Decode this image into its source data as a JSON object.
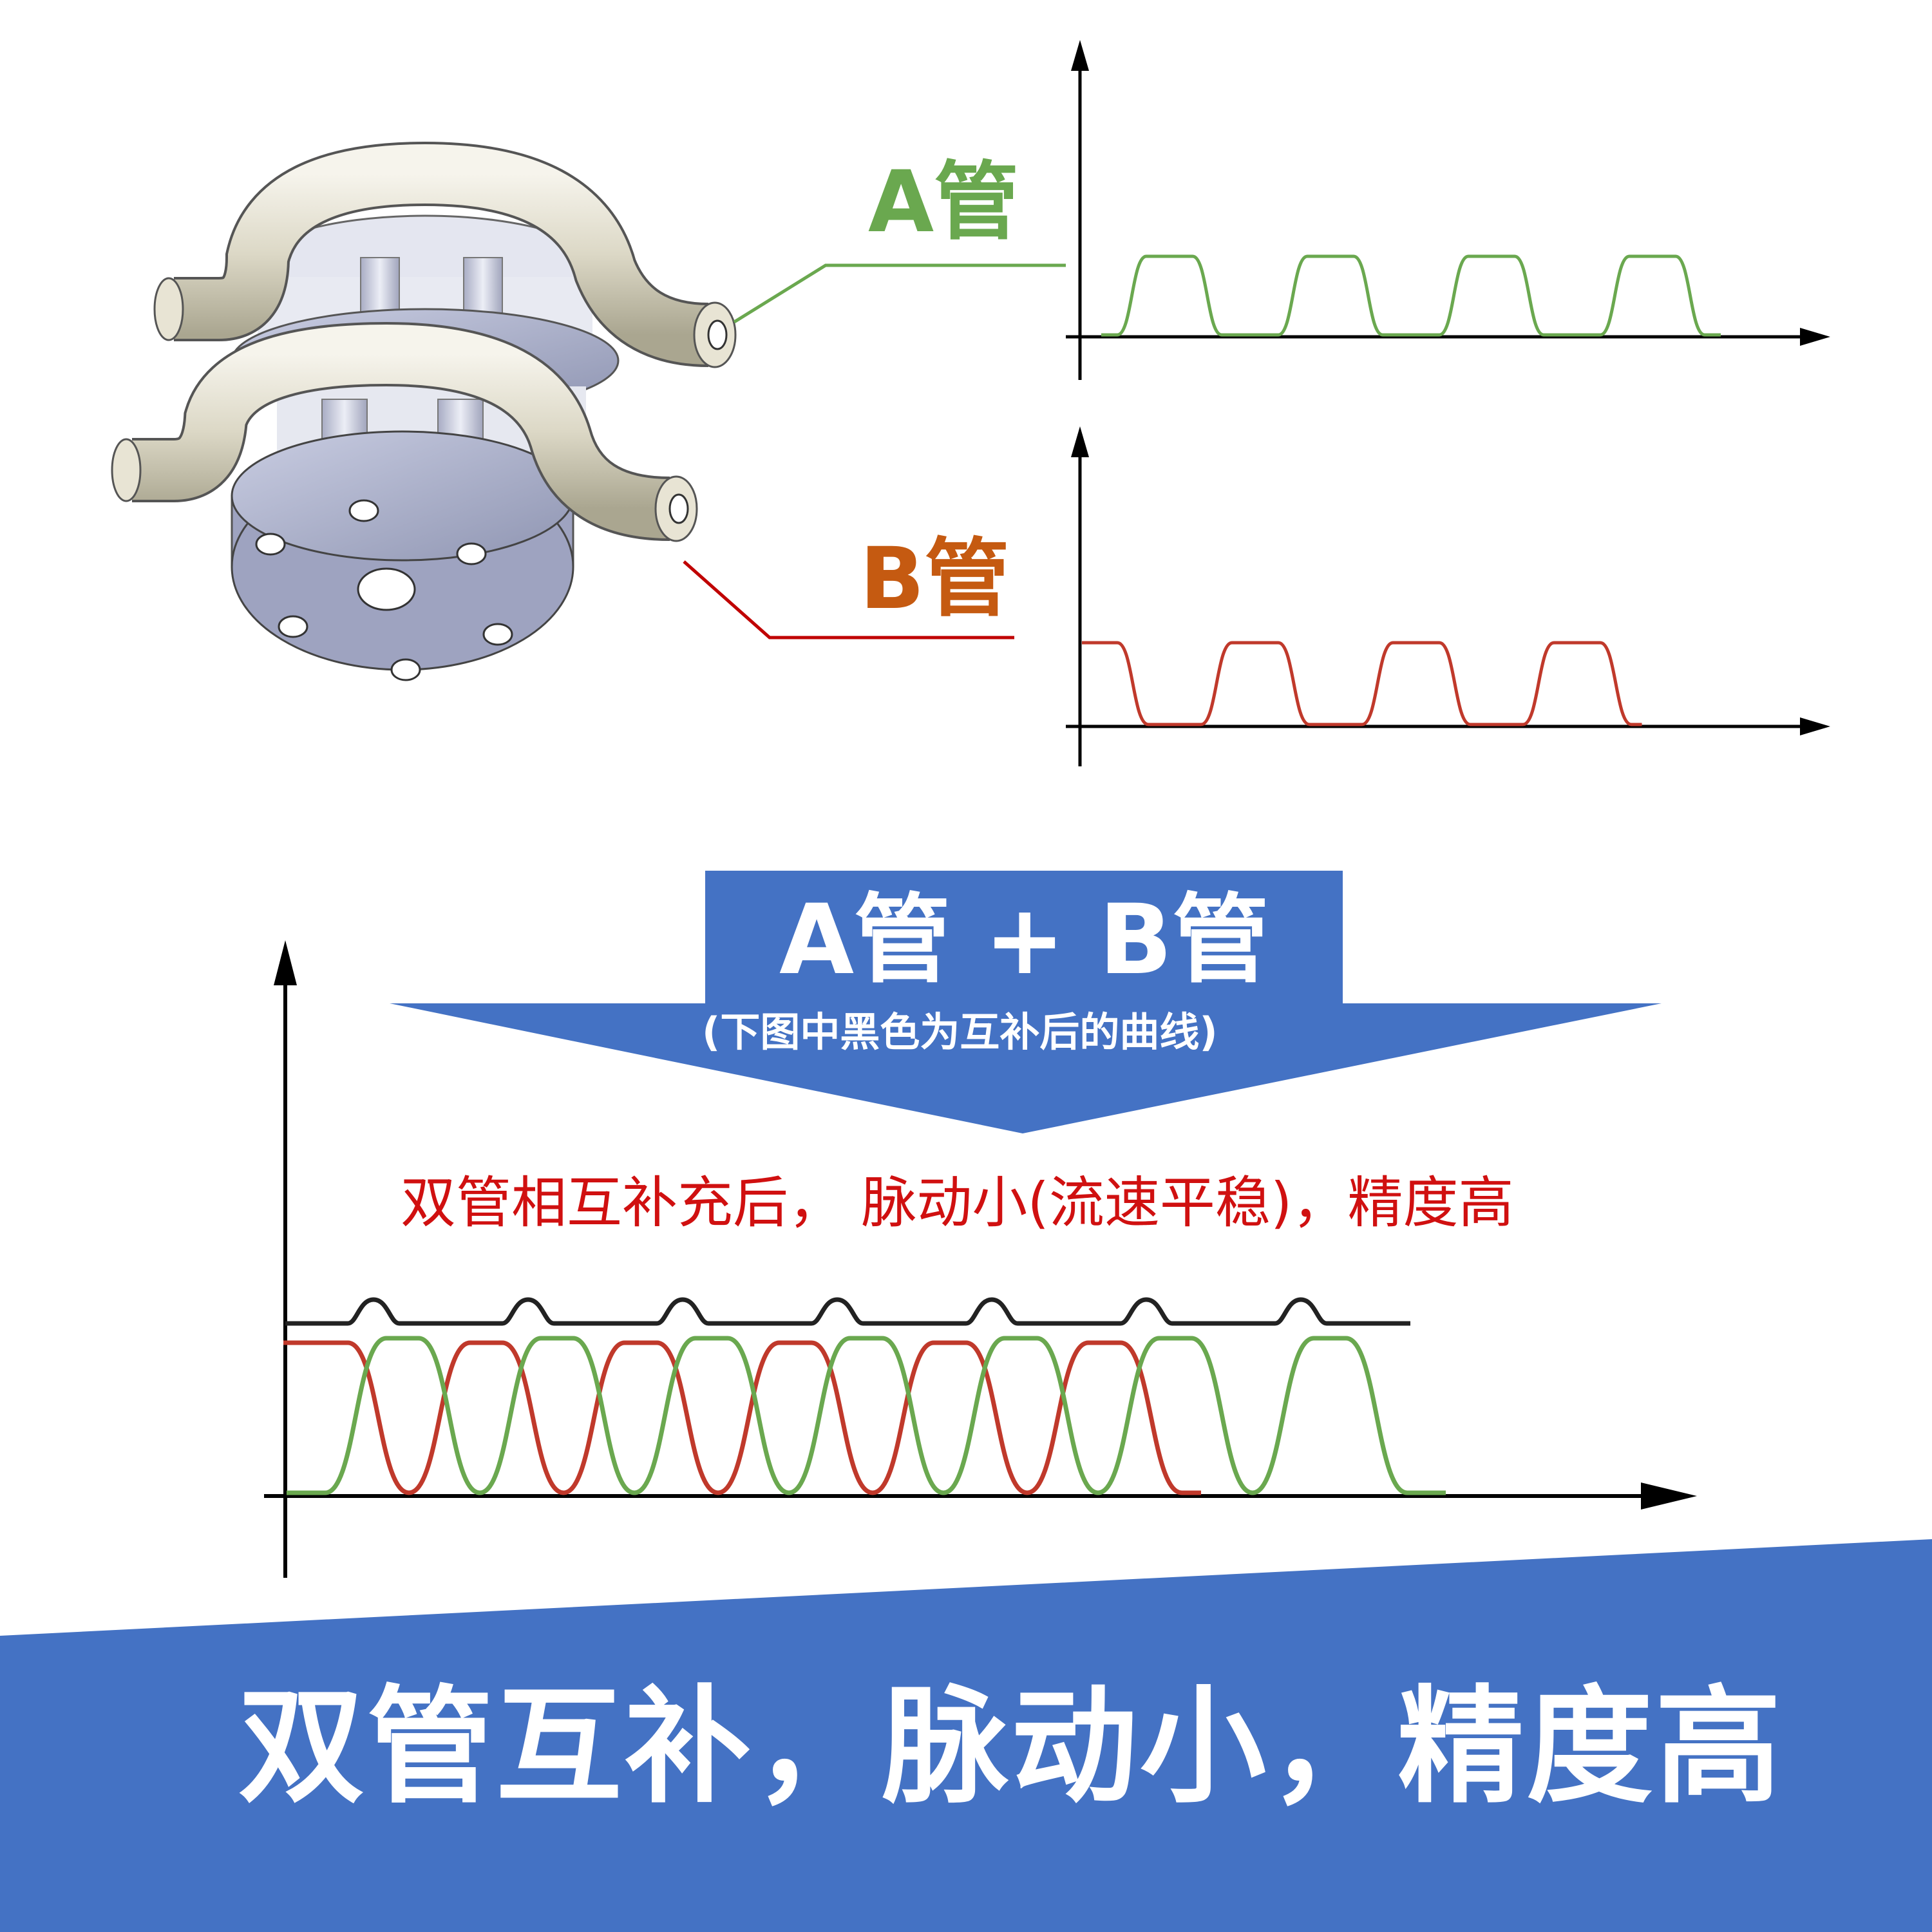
{
  "labels": {
    "tube_a": "A管",
    "tube_b": "B管"
  },
  "banner": {
    "title": "A管 + B管",
    "subtitle": "(下图中黑色为互补后的曲线)"
  },
  "note": "双管相互补充后， 脉动小(流速平稳)，精度高",
  "slogan": "双管互补，脉动小，精度高",
  "colors": {
    "tube_a": "#6aa84f",
    "tube_b": "#c0392b",
    "label_a": "#6aa84f",
    "label_b": "#c55a11",
    "banner_blue": "#4472c4",
    "note_red": "#d01010",
    "combined_black": "#222222",
    "axis": "#000000"
  },
  "chart_data": [
    {
      "type": "line",
      "series": [
        {
          "name": "A管",
          "pulses": 4,
          "start_level": "low"
        }
      ]
    },
    {
      "type": "line",
      "series": [
        {
          "name": "B管",
          "pulses": 4,
          "start_level": "high"
        }
      ]
    },
    {
      "type": "line",
      "series": [
        {
          "name": "A管",
          "pulses": 7,
          "start_level": "low"
        },
        {
          "name": "B管",
          "pulses": 6,
          "start_level": "high"
        },
        {
          "name": "",
          "color_key": "combined_black",
          "bumps": 7
        }
      ]
    }
  ]
}
